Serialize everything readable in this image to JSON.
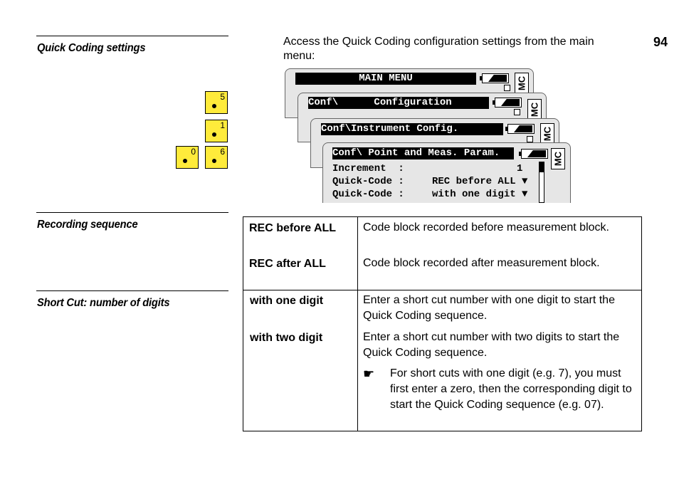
{
  "page_number": "94",
  "intro_text": "Access the Quick Coding configuration settings from the main menu:",
  "sections": {
    "quick_coding": "Quick Coding settings",
    "recording": "Recording sequence",
    "short_cut": "Short Cut: number of digits"
  },
  "keys": [
    {
      "number": "5",
      "icon": "key-dot"
    },
    {
      "number": "1",
      "icon": "key-dot"
    },
    {
      "number": "0",
      "icon": "key-dot"
    },
    {
      "number": "6",
      "icon": "key-dot"
    }
  ],
  "screens": {
    "main_menu": {
      "title": "MAIN MENU",
      "badge": "MC"
    },
    "configuration": {
      "title": "Conf\\      Configuration",
      "badge": "MC"
    },
    "instrument": {
      "title": "Conf\\Instrument Config.",
      "badge": "MC"
    },
    "point_meas": {
      "title": "Conf\\ Point and Meas. Param.",
      "badge": "MC",
      "rows": [
        {
          "label": "Increment  :",
          "value": "1"
        },
        {
          "label": "Quick-Code :",
          "value": "REC before ALL ▼"
        },
        {
          "label": "Quick-Code :",
          "value": "with one digit ▼"
        }
      ]
    }
  },
  "recording_table": [
    {
      "term": "REC before ALL",
      "description": "Code block recorded before measurement block."
    },
    {
      "term": "REC after ALL",
      "description": "Code block recorded after measurement block."
    }
  ],
  "shortcut_table": [
    {
      "term": "with one digit",
      "description": "Enter a short cut number with one digit to start the Quick Coding sequence."
    },
    {
      "term": "with two digit",
      "description": "Enter a short cut number with two digits to start the Quick Coding sequence."
    }
  ],
  "note": {
    "icon": "pointing-hand-icon",
    "text": "For short cuts with one digit (e.g. 7), you must first enter a zero, then the corresponding digit to start the Quick Coding sequence (e.g. 07)."
  },
  "colors": {
    "key_yellow": "#ffeb3b",
    "screen_gray": "#e6e6e6"
  }
}
